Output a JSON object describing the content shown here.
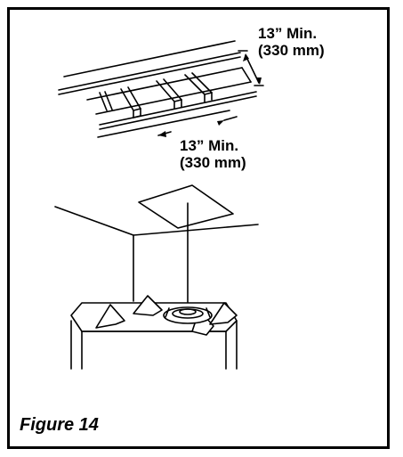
{
  "figure": {
    "caption": "Figure 14",
    "dimension_depth": {
      "line1": "13” Min.",
      "line2": "(330 mm)"
    },
    "dimension_spacing": {
      "line1": "13” Min.",
      "line2": "(330 mm)"
    }
  },
  "colors": {
    "line": "#000000",
    "background": "#ffffff"
  }
}
